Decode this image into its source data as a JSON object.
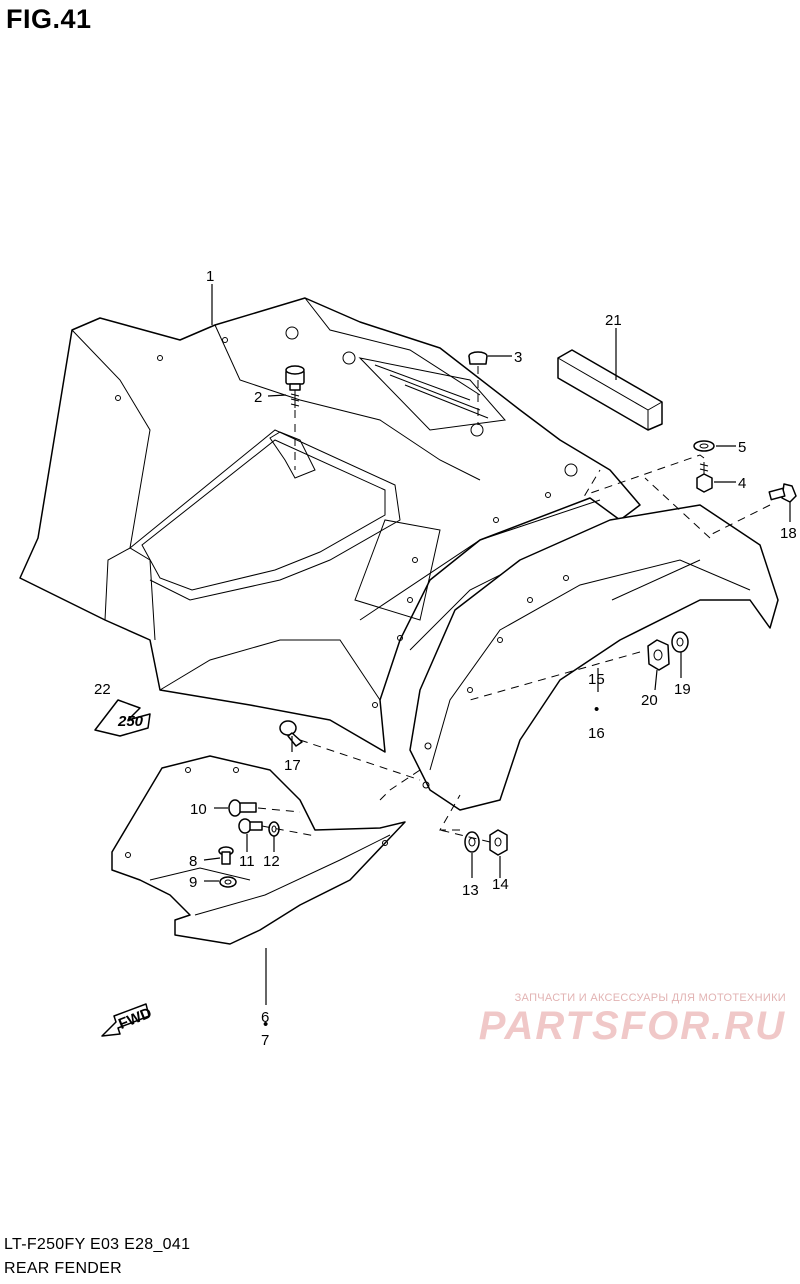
{
  "figure": {
    "title": "FIG.41"
  },
  "labels": {
    "p1": "1",
    "p2": "2",
    "p3": "3",
    "p4": "4",
    "p5": "5",
    "p6": "6",
    "p7": "7",
    "p8": "8",
    "p9": "9",
    "p10": "10",
    "p11": "11",
    "p12": "12",
    "p13": "13",
    "p14": "14",
    "p15": "15",
    "p16": "16",
    "p17": "17",
    "p18": "18",
    "p19": "19",
    "p20": "20",
    "p21": "21",
    "p22": "22"
  },
  "separator": "•",
  "fwd_arrow": {
    "text": "FWD"
  },
  "decal_text": "250",
  "watermark": {
    "tagline": "ЗАПЧАСТИ И АКСЕССУАРЫ ДЛЯ МОТОТЕХНИКИ",
    "brand": "PARTSFOR.RU"
  },
  "footer": {
    "model_code": "LT-F250FY E03 E28_041",
    "section_name": "REAR FENDER"
  }
}
